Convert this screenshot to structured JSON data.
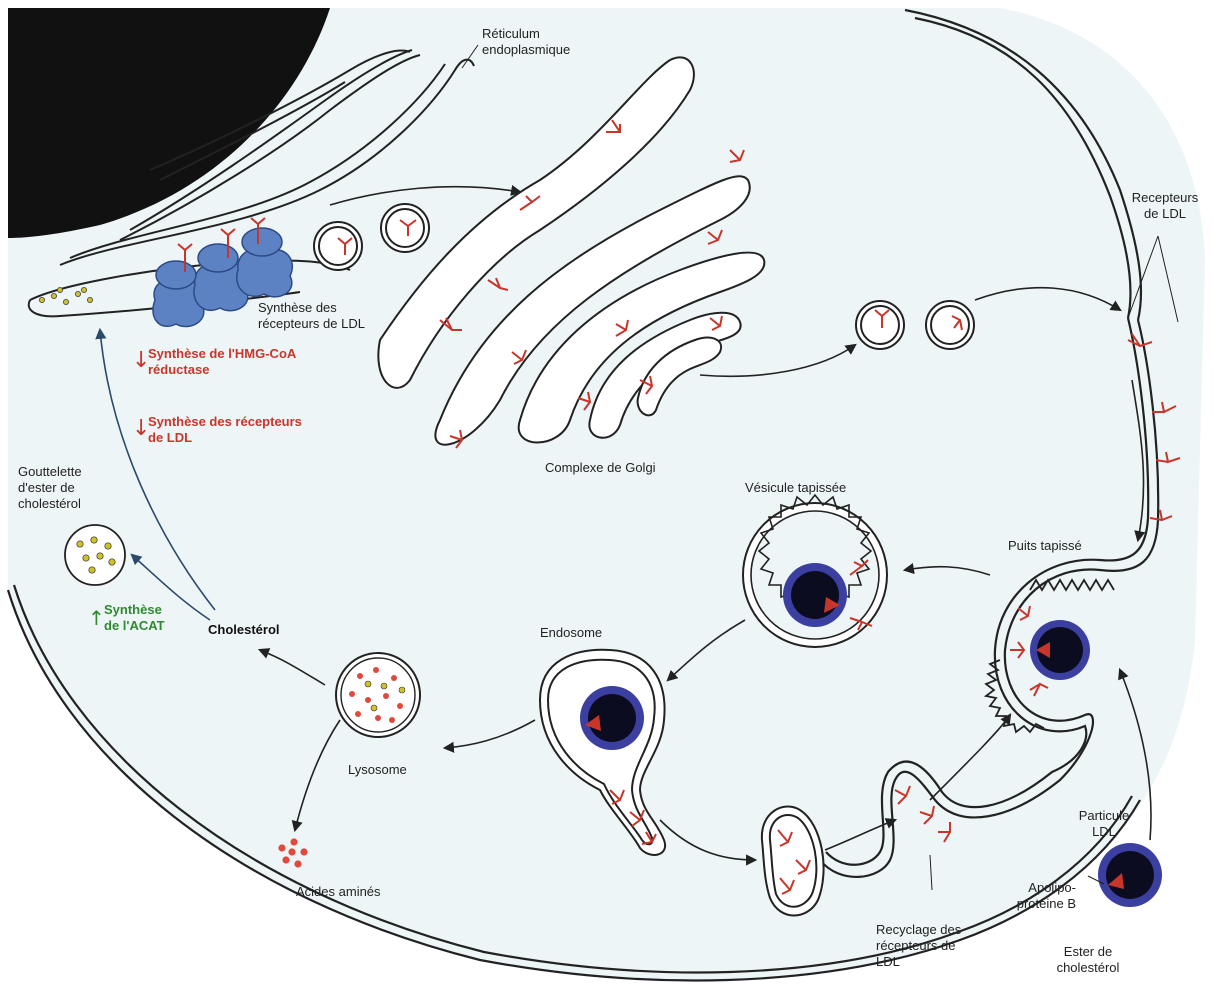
{
  "colors": {
    "cytoplasm": "#eef5f7",
    "membrane": "#222222",
    "nucleus": "#111111",
    "ribosome": "#5d82c4",
    "receptor": "#c8362b",
    "ldl_core": "#0c0c20",
    "ldl_shell": "#3b3fa0",
    "apoB": "#c8362b",
    "ester_dot": "#cfc12a",
    "lysosome_dot": "#e0493c",
    "label_red": "#c8362b",
    "label_green": "#2f8a2f"
  },
  "labels": {
    "reticulum": "Réticulum\nendoplasmique",
    "ldl_receptors": "Recepteurs\nde LDL",
    "receptor_synthesis": "Synthèse des\nrécepteurs de LDL",
    "hmg_coa": "Synthèse de l'HMG-CoA\nréductase",
    "receptor_synthesis_down": "Synthèse des récepteurs\nde LDL",
    "golgi": "Complexe de Golgi",
    "droplet": "Gouttelette\nd'ester de\ncholestérol",
    "acat": "Synthèse\nde l'ACAT",
    "cholesterol": "Cholestérol",
    "coated_vesicle": "Vésicule tapissée",
    "coated_pit": "Puits tapissé",
    "endosome": "Endosome",
    "lysosome": "Lysosome",
    "amino_acids": "Acides aminés",
    "ldl_particle": "Particule\nLDL",
    "apoprotein": "Apolipo-\nprotéine B",
    "recycling": "Recyclage des\nrécepteurs de\nLDL",
    "ester": "Ester de\ncholestérol"
  },
  "symbols": {
    "decrease_arrow": "↓",
    "increase_arrow": "↑"
  },
  "regulation": {
    "hmg_coa": "decreased",
    "ldl_receptor_synthesis": "decreased",
    "acat": "increased"
  }
}
